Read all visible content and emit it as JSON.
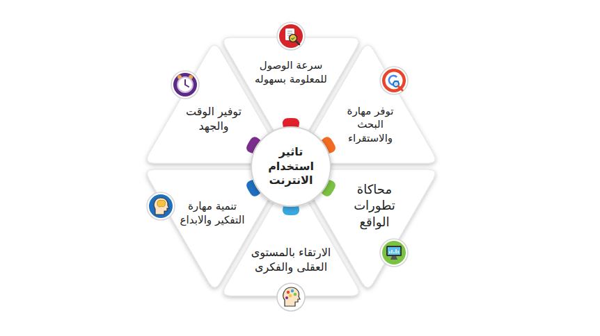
{
  "diagram": {
    "nodes": [
      {
        "text": [
          "تاثير استخدام الانترنت"
        ]
      },
      {
        "text": [
          "سرعة الوصول للمعلومة بسهوله"
        ]
      },
      {
        "text": [
          "توفر مهارة البحث والاستقراء"
        ]
      },
      {
        "text": [
          "محاكاة تطورات الواقع"
        ]
      },
      {
        "text": [
          "الارتقاء بالمستوى العقلى والفكرى"
        ]
      },
      {
        "text": [
          "تنمية مهارة التفكير والابداع"
        ]
      },
      {
        "text": [
          "توفير الوقت والجهد"
        ]
      }
    ]
  }
}
